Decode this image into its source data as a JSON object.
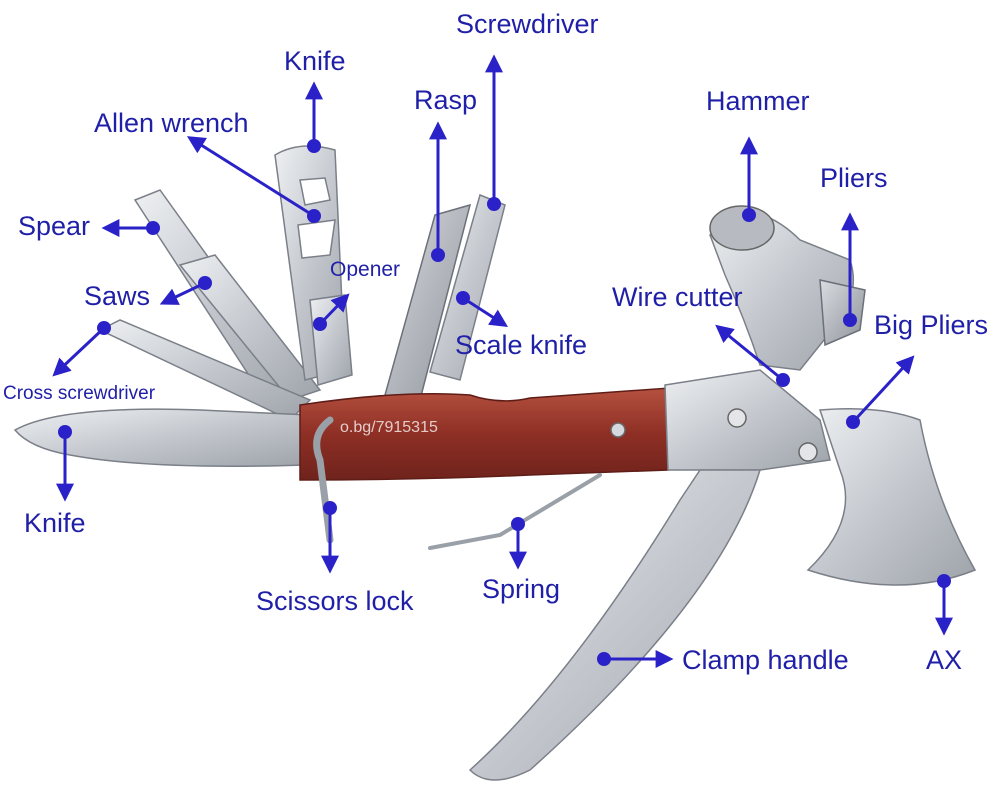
{
  "watermark": "o.bg/7915315",
  "labels": {
    "screwdriver": "Screwdriver",
    "knife_top": "Knife",
    "rasp": "Rasp",
    "hammer": "Hammer",
    "allen_wrench": "Allen wrench",
    "pliers": "Pliers",
    "spear": "Spear",
    "opener": "Opener",
    "wire_cutter": "Wire cutter",
    "big_pliers": "Big Pliers",
    "saws": "Saws",
    "scale_knife": "Scale knife",
    "cross_screwdriver": "Cross screwdriver",
    "knife_left": "Knife",
    "scissors_lock": "Scissors lock",
    "spring": "Spring",
    "clamp_handle": "Clamp handle",
    "ax": "AX"
  },
  "colors": {
    "label_text": "#1f1fa8",
    "arrow": "#2a22c8",
    "handle_wood": "#9b3a2e",
    "steel": "#c9ccd1"
  }
}
